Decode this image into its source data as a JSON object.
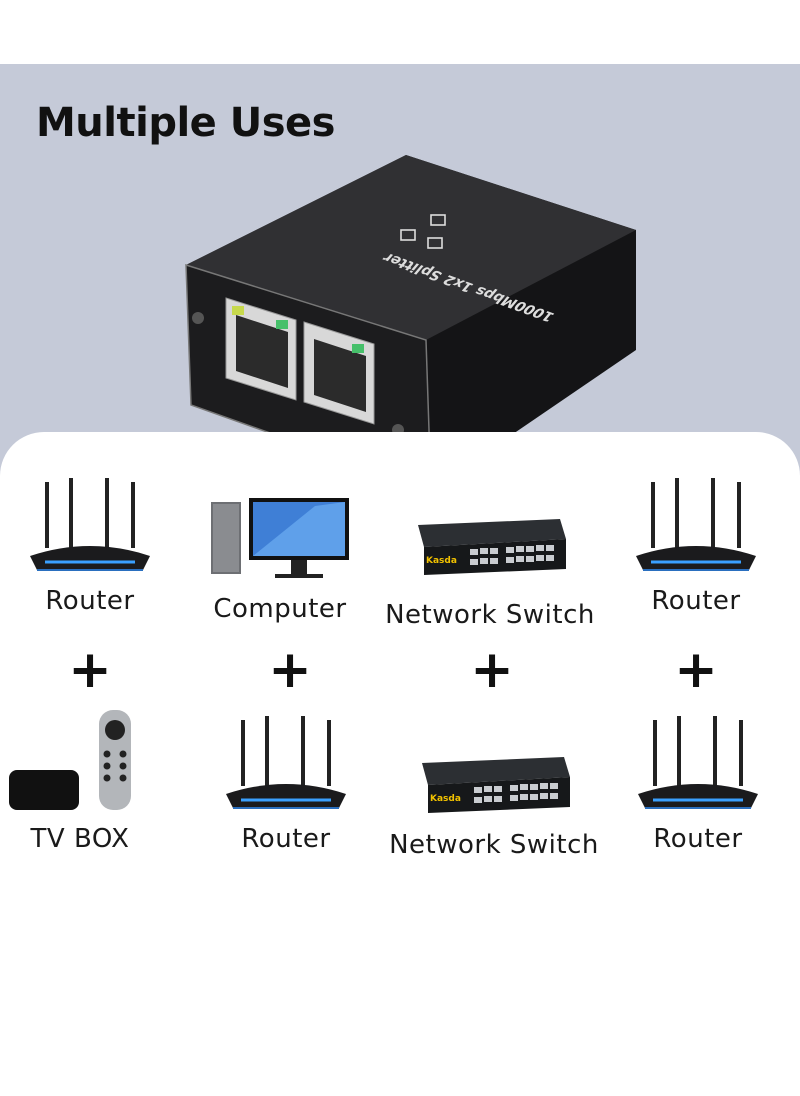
{
  "header": {
    "title": "Multiple Uses"
  },
  "device": {
    "icon": "ethernet-splitter-icon",
    "printed_text": "1000Mbps 1x2 Splitter"
  },
  "pairs": [
    {
      "top": {
        "label": "Router",
        "icon": "router-icon"
      },
      "bottom": {
        "label": "TV BOX",
        "icon": "tv-box-icon"
      }
    },
    {
      "top": {
        "label": "Computer",
        "icon": "computer-icon"
      },
      "bottom": {
        "label": "Router",
        "icon": "router-icon"
      }
    },
    {
      "top": {
        "label": "Network Switch",
        "icon": "network-switch-icon",
        "brand": "Kasda"
      },
      "bottom": {
        "label": "Network Switch",
        "icon": "network-switch-icon",
        "brand": "Kasda"
      }
    },
    {
      "top": {
        "label": "Router",
        "icon": "router-icon"
      },
      "bottom": {
        "label": "Router",
        "icon": "router-icon"
      }
    }
  ],
  "connector": "+",
  "colors": {
    "hero_bg": "#c5cad8",
    "card_bg": "#ffffff",
    "device": "#1c1c1e",
    "router_glow": "#3aa0ff"
  }
}
